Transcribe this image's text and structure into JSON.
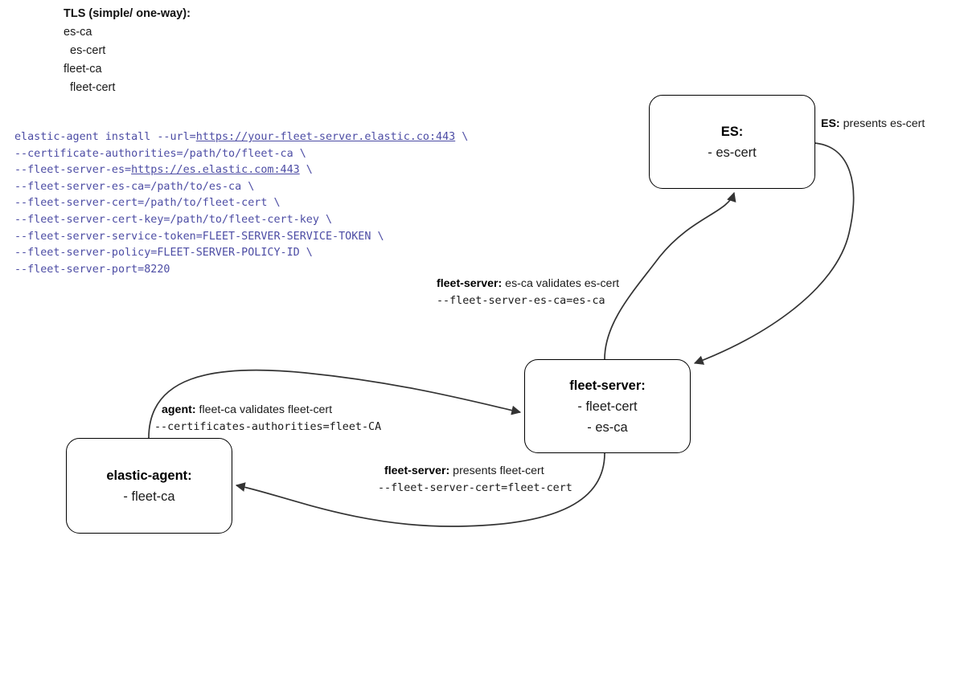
{
  "legend": {
    "title": "TLS (simple/ one-way):",
    "lines": [
      {
        "text": "es-ca",
        "indent": false
      },
      {
        "text": "es-cert",
        "indent": true
      },
      {
        "text": "fleet-ca",
        "indent": false
      },
      {
        "text": "fleet-cert",
        "indent": true
      }
    ]
  },
  "command": {
    "lines": [
      [
        {
          "t": "elastic-agent install --url=",
          "u": false
        },
        {
          "t": "https://your-fleet-server.elastic.co:443",
          "u": true
        },
        {
          "t": " \\",
          "u": false
        }
      ],
      [
        {
          "t": "--certificate-authorities=/path/to/fleet-ca \\",
          "u": false
        }
      ],
      [
        {
          "t": "--fleet-server-es=",
          "u": false
        },
        {
          "t": "https://es.elastic.com:443",
          "u": true
        },
        {
          "t": " \\",
          "u": false
        }
      ],
      [
        {
          "t": "--fleet-server-es-ca=/path/to/es-ca \\",
          "u": false
        }
      ],
      [
        {
          "t": "--fleet-server-cert=/path/to/fleet-cert \\",
          "u": false
        }
      ],
      [
        {
          "t": "--fleet-server-cert-key=/path/to/fleet-cert-key \\",
          "u": false
        }
      ],
      [
        {
          "t": "--fleet-server-service-token=FLEET-SERVER-SERVICE-TOKEN \\",
          "u": false
        }
      ],
      [
        {
          "t": "--fleet-server-policy=FLEET-SERVER-POLICY-ID \\",
          "u": false
        }
      ],
      [
        {
          "t": "--fleet-server-port=8220",
          "u": false
        }
      ]
    ]
  },
  "nodes": {
    "es": {
      "title": "ES:",
      "subs": [
        "- es-cert"
      ]
    },
    "fleet_server": {
      "title": "fleet-server:",
      "subs": [
        "- fleet-cert",
        "- es-ca"
      ]
    },
    "elastic_agent": {
      "title": "elastic-agent:",
      "subs": [
        "- fleet-ca"
      ]
    }
  },
  "edge_labels": {
    "es_presents": {
      "bold": "ES:",
      "rest": " presents es-cert"
    },
    "fs_validates": {
      "bold": "fleet-server:",
      "rest": " es-ca validates es-cert",
      "mono": "--fleet-server-es-ca=es-ca"
    },
    "agent_validates": {
      "bold": "agent:",
      "rest": " fleet-ca validates fleet-cert",
      "mono": "--certificates-authorities=fleet-CA"
    },
    "fs_presents": {
      "bold": "fleet-server:",
      "rest": " presents fleet-cert",
      "mono": "--fleet-server-cert=fleet-cert"
    }
  },
  "colors": {
    "command_text": "#4c4ca4",
    "node_border": "#000000",
    "edge_stroke": "#333333",
    "background": "#ffffff"
  }
}
